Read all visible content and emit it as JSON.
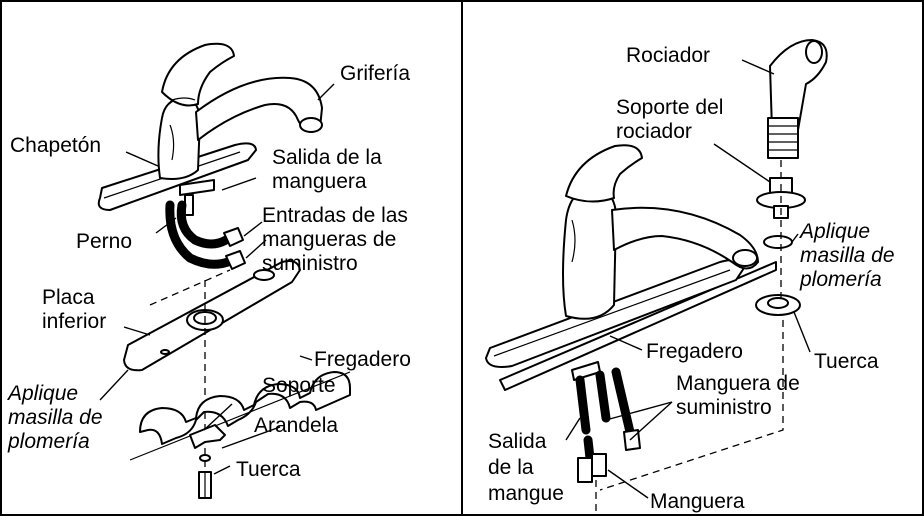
{
  "left_panel": {
    "labels": {
      "griferia": "Grifería",
      "chapeton": "Chapetón",
      "salida_line1": "Salida de la",
      "salida_line2": "manguera",
      "entradas_line1": "Entradas de las",
      "entradas_line2": "mangueras de",
      "entradas_line3": "suministro",
      "perno": "Perno",
      "placa_line1": "Placa",
      "placa_line2": "inferior",
      "fregadero": "Fregadero",
      "aplique_line1": "Aplique",
      "aplique_line2": "masilla de",
      "aplique_line3": "plomería",
      "soporte": "Soporte",
      "arandela": "Arandela",
      "tuerca": "Tuerca"
    }
  },
  "right_panel": {
    "labels": {
      "rociador": "Rociador",
      "soporte_line1": "Soporte del",
      "soporte_line2": "rociador",
      "aplique_line1": "Aplique",
      "aplique_line2": "masilla de",
      "aplique_line3": "plomería",
      "fregadero": "Fregadero",
      "tuerca": "Tuerca",
      "manguera_sum_line1": "Manguera de",
      "manguera_sum_line2": "suministro",
      "salida_line1": "Salida",
      "salida_line2": "de la",
      "salida_line3": "mangue",
      "manguera": "Manguera"
    }
  }
}
